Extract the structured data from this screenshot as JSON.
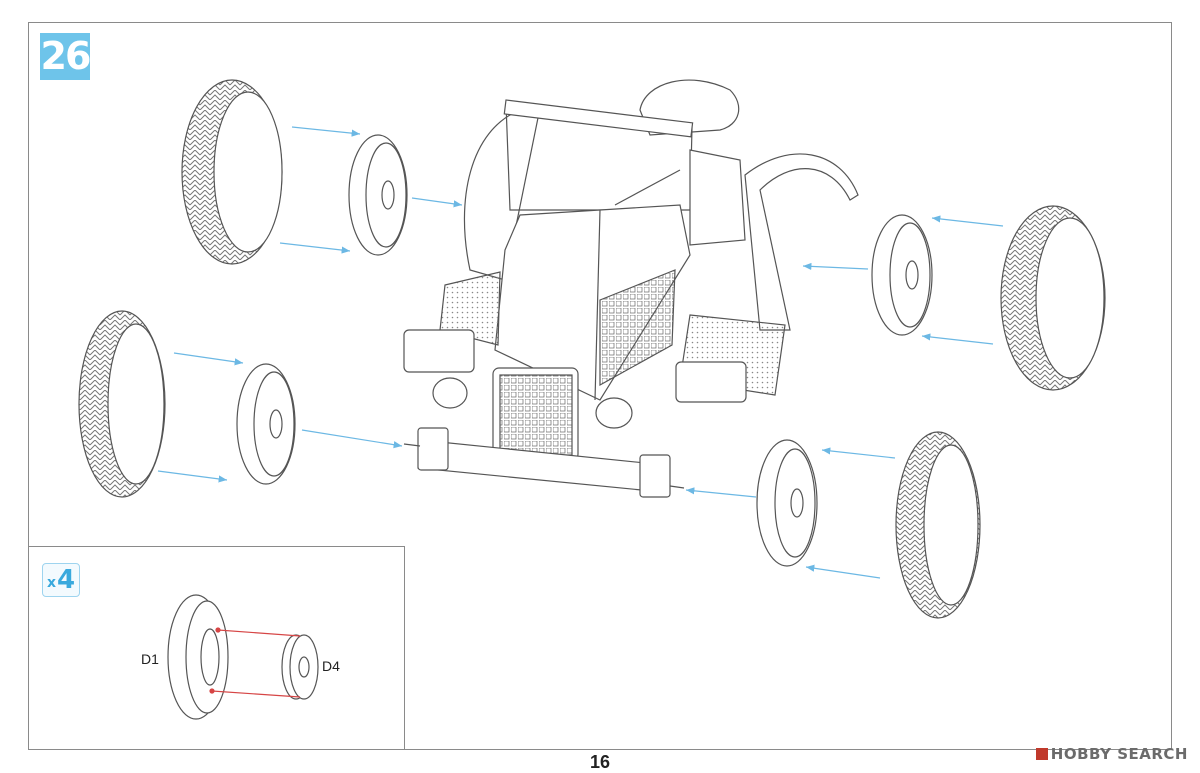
{
  "step": {
    "number": "26"
  },
  "inset": {
    "quantity_prefix": "x",
    "quantity": "4",
    "label_wheel": "D1",
    "label_hub": "D4"
  },
  "page": {
    "number": "16"
  },
  "watermark": {
    "text": "HOBBY SEARCH"
  },
  "colors": {
    "arrow": "#6cb8e4",
    "detail_line": "#d64545",
    "step_badge": "#6ec4ea",
    "line_art": "#555555"
  }
}
